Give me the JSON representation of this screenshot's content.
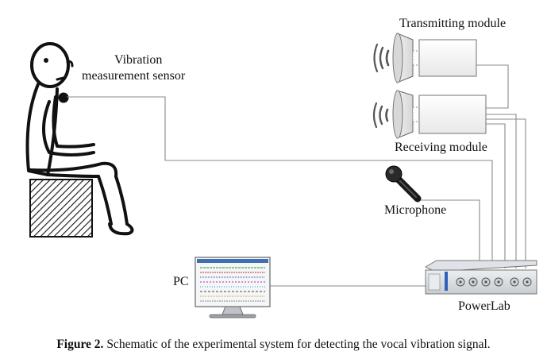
{
  "labels": {
    "transmitting_module": "Transmitting module",
    "receiving_module": "Receiving module",
    "vibration_sensor_line1": "Vibration",
    "vibration_sensor_line2": "measurement sensor",
    "microphone": "Microphone",
    "pc": "PC",
    "powerlab": "PowerLab"
  },
  "caption": {
    "label": "Figure 2.",
    "text": " Schematic of the experimental system for detecting the vocal vibration signal."
  },
  "icons": [
    "person-seated-icon",
    "sensor-dot-icon",
    "transmitter-horn-icon",
    "receiver-horn-icon",
    "sound-wave-icon",
    "microphone-icon",
    "pc-monitor-icon",
    "powerlab-device-icon"
  ]
}
